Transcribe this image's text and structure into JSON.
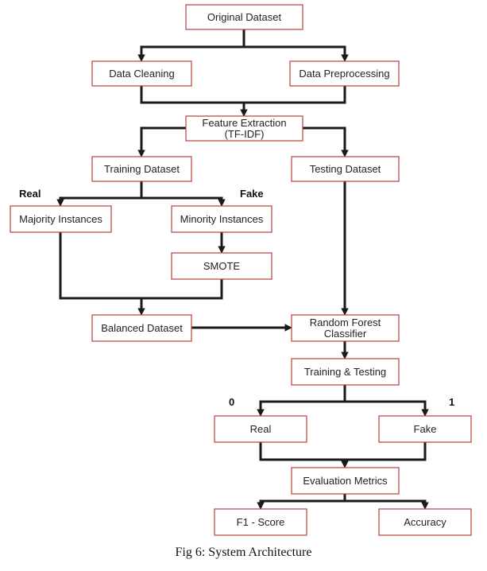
{
  "nodes": {
    "original": "Original Dataset",
    "cleaning": "Data Cleaning",
    "preprocessing": "Data Preprocessing",
    "feature": [
      "Feature Extraction",
      "(TF-IDF)"
    ],
    "training": "Training Dataset",
    "testing": "Testing Dataset",
    "majority": "Majority Instances",
    "minority": "Minority Instances",
    "smote": "SMOTE",
    "balanced": "Balanced Dataset",
    "rf": [
      "Random Forest",
      "Classifier"
    ],
    "train_test": "Training & Testing",
    "real": "Real",
    "fake": "Fake",
    "eval": "Evaluation Metrics",
    "f1": "F1 - Score",
    "accuracy": "Accuracy"
  },
  "edge_labels": {
    "real_label": "Real",
    "fake_label": "Fake",
    "zero_label": "0",
    "one_label": "1"
  },
  "caption": "Fig 6: System Architecture",
  "colors": {
    "box_border": "#b5413e",
    "arrow": "#1a1a1a",
    "text": "#222222"
  }
}
